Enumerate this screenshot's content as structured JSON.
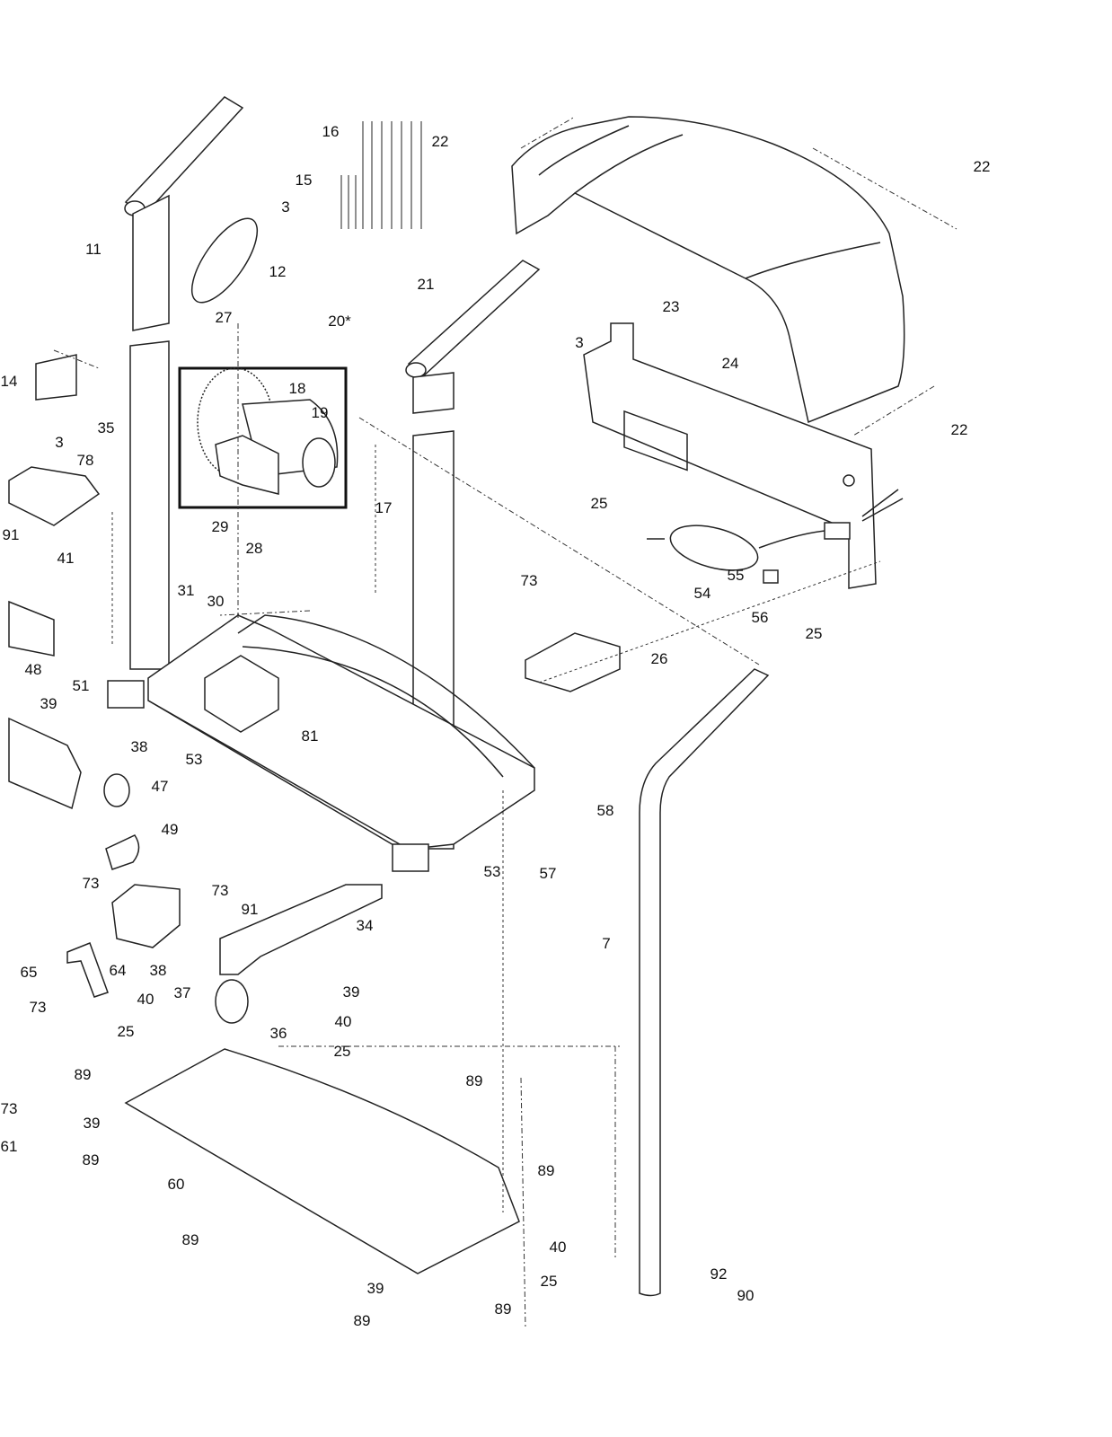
{
  "diagram": {
    "type": "exploded parts diagram",
    "line_color": "#222222",
    "background": "#ffffff",
    "callouts": [
      "16",
      "22",
      "22",
      "15",
      "3",
      "11",
      "12",
      "21",
      "27",
      "20*",
      "23",
      "3",
      "14",
      "18",
      "24",
      "19",
      "35",
      "3",
      "22",
      "78",
      "25",
      "29",
      "17",
      "91",
      "41",
      "28",
      "31",
      "30",
      "55",
      "54",
      "73",
      "56",
      "25",
      "26",
      "48",
      "51",
      "39",
      "38",
      "81",
      "53",
      "47",
      "58",
      "49",
      "53",
      "57",
      "73",
      "73",
      "91",
      "34",
      "7",
      "64",
      "38",
      "65",
      "39",
      "37",
      "40",
      "73",
      "40",
      "36",
      "25",
      "25",
      "89",
      "89",
      "73",
      "39",
      "61",
      "89",
      "89",
      "60",
      "89",
      "40",
      "92",
      "25",
      "39",
      "90",
      "89",
      "89"
    ]
  }
}
